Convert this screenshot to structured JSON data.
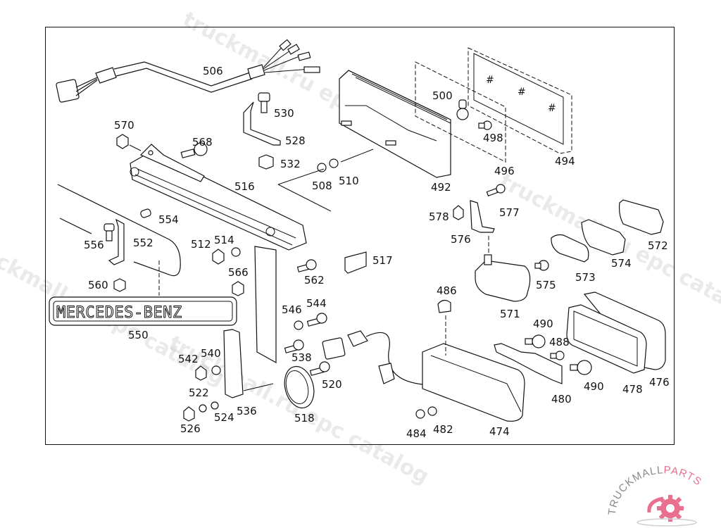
{
  "diagram": {
    "title": "Parts diagram - rear lamps, brackets, wiring",
    "brand_plate_text": "MERCEDES-BENZ",
    "watermarks": [
      "truckmall.ru epc catalog",
      "truckmall.ru epc catalog",
      "truckmall.ru epc catalog",
      "truckmall.ru epc catalog"
    ],
    "logo": {
      "text_gray": "TRUCKMALL",
      "text_pink": "PARTS",
      "pink": "#e8708e",
      "gray": "#8a8a8a"
    },
    "callouts": [
      {
        "id": "506",
        "text": "506"
      },
      {
        "id": "530",
        "text": "530"
      },
      {
        "id": "528",
        "text": "528"
      },
      {
        "id": "532",
        "text": "532"
      },
      {
        "id": "570",
        "text": "570"
      },
      {
        "id": "568",
        "text": "568"
      },
      {
        "id": "516",
        "text": "516"
      },
      {
        "id": "508",
        "text": "508"
      },
      {
        "id": "510",
        "text": "510"
      },
      {
        "id": "492",
        "text": "492"
      },
      {
        "id": "500",
        "text": "500"
      },
      {
        "id": "498",
        "text": "498"
      },
      {
        "id": "496",
        "text": "496"
      },
      {
        "id": "494",
        "text": "494"
      },
      {
        "id": "554",
        "text": "554"
      },
      {
        "id": "556",
        "text": "556"
      },
      {
        "id": "552",
        "text": "552"
      },
      {
        "id": "512",
        "text": "512"
      },
      {
        "id": "514",
        "text": "514"
      },
      {
        "id": "566",
        "text": "566"
      },
      {
        "id": "560",
        "text": "560"
      },
      {
        "id": "550",
        "text": "550"
      },
      {
        "id": "562",
        "text": "562"
      },
      {
        "id": "546",
        "text": "546"
      },
      {
        "id": "544",
        "text": "544"
      },
      {
        "id": "517",
        "text": "517"
      },
      {
        "id": "578",
        "text": "578"
      },
      {
        "id": "577",
        "text": "577"
      },
      {
        "id": "576",
        "text": "576"
      },
      {
        "id": "571",
        "text": "571"
      },
      {
        "id": "575",
        "text": "575"
      },
      {
        "id": "573",
        "text": "573"
      },
      {
        "id": "574",
        "text": "574"
      },
      {
        "id": "572",
        "text": "572"
      },
      {
        "id": "486",
        "text": "486"
      },
      {
        "id": "490a",
        "text": "490"
      },
      {
        "id": "488",
        "text": "488"
      },
      {
        "id": "490b",
        "text": "490"
      },
      {
        "id": "478",
        "text": "478"
      },
      {
        "id": "476",
        "text": "476"
      },
      {
        "id": "480",
        "text": "480"
      },
      {
        "id": "474",
        "text": "474"
      },
      {
        "id": "482",
        "text": "482"
      },
      {
        "id": "484",
        "text": "484"
      },
      {
        "id": "542",
        "text": "542"
      },
      {
        "id": "540",
        "text": "540"
      },
      {
        "id": "538",
        "text": "538"
      },
      {
        "id": "520",
        "text": "520"
      },
      {
        "id": "522",
        "text": "522"
      },
      {
        "id": "524",
        "text": "524"
      },
      {
        "id": "536",
        "text": "536"
      },
      {
        "id": "518",
        "text": "518"
      },
      {
        "id": "526",
        "text": "526"
      }
    ]
  }
}
